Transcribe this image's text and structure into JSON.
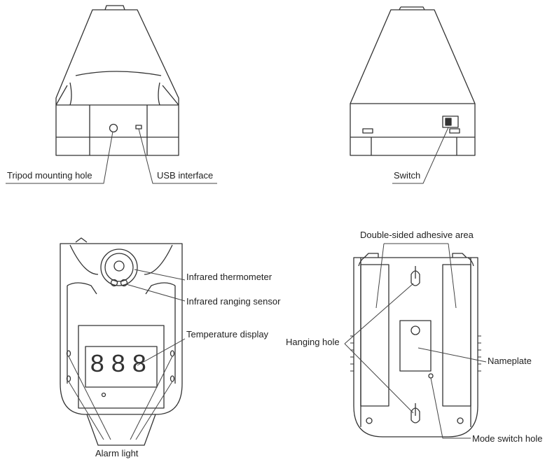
{
  "labels": {
    "tripod": "Tripod mounting hole",
    "usb": "USB interface",
    "switch": "Switch",
    "adhesive": "Double-sided adhesive area",
    "ir_thermo": "Infrared thermometer",
    "ir_range": "Infrared ranging sensor",
    "temp_display": "Temperature display",
    "hanging": "Hanging hole",
    "nameplate": "Nameplate",
    "mode_switch": "Mode switch hole",
    "alarm": "Alarm light"
  },
  "display_digits": [
    "8",
    "8",
    "8"
  ]
}
